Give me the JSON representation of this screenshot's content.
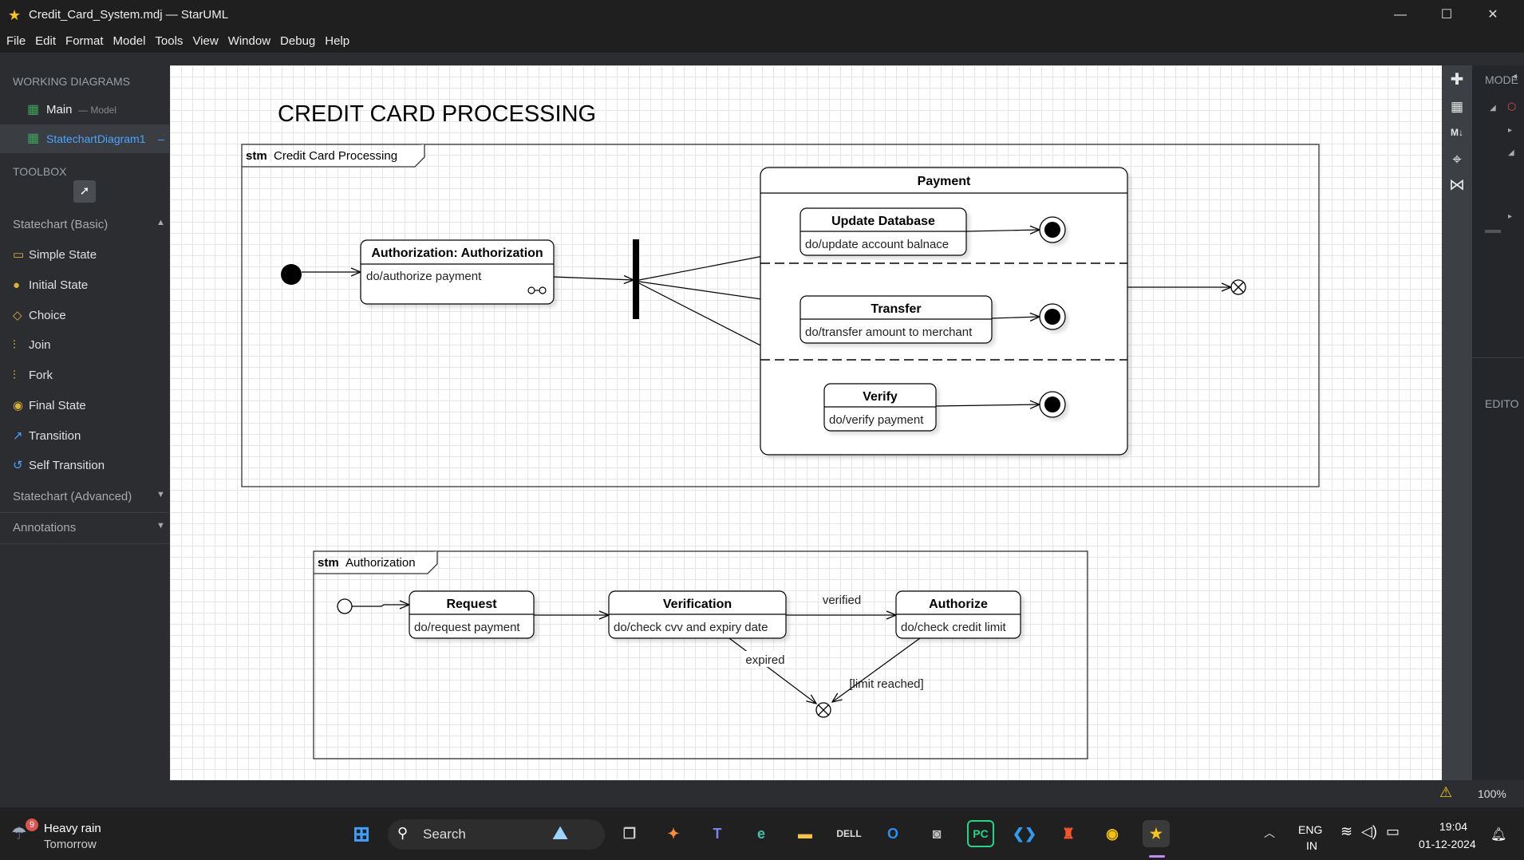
{
  "window": {
    "title": "Credit_Card_System.mdj — StarUML",
    "controls": {
      "minimize": "—",
      "maximize": "☐",
      "close": "✕"
    }
  },
  "menu": [
    "File",
    "Edit",
    "Format",
    "Model",
    "Tools",
    "View",
    "Window",
    "Debug",
    "Help"
  ],
  "sidebar": {
    "working_diagrams_title": "WORKING DIAGRAMS",
    "diagrams": [
      {
        "name": "Main",
        "suffix": "— Model"
      },
      {
        "name": "StatechartDiagram1",
        "suffix": "–"
      }
    ],
    "toolbox_title": "TOOLBOX",
    "category_basic": "Statechart (Basic)",
    "tools": [
      "Simple State",
      "Initial State",
      "Choice",
      "Join",
      "Fork",
      "Final State",
      "Transition",
      "Self Transition"
    ],
    "category_advanced": "Statechart (Advanced)",
    "category_annotations": "Annotations"
  },
  "diagram": {
    "heading": "CREDIT CARD PROCESSING",
    "frame1": {
      "keyword": "stm",
      "name": "Credit Card Processing"
    },
    "auth_state": {
      "title": "Authorization: Authorization",
      "activity": "do/authorize payment"
    },
    "payment": {
      "title": "Payment",
      "states": [
        {
          "title": "Update Database",
          "activity": "do/update account balnace"
        },
        {
          "title": "Transfer",
          "activity": "do/transfer amount to merchant"
        },
        {
          "title": "Verify",
          "activity": "do/verify payment"
        }
      ]
    },
    "frame2": {
      "keyword": "stm",
      "name": "Authorization"
    },
    "sub_states": [
      {
        "title": "Request",
        "activity": "do/request payment"
      },
      {
        "title": "Verification",
        "activity": "do/check cvv and expiry date"
      },
      {
        "title": "Authorize",
        "activity": "do/check credit limit"
      }
    ],
    "labels": {
      "verified": "verified",
      "expired": "expired",
      "limit": "[limit reached]"
    }
  },
  "right_panel": {
    "model_label": "MODE",
    "editor_label": "EDITO"
  },
  "status": {
    "zoom": "100%"
  },
  "taskbar": {
    "weather_badge": "9",
    "weather_title": "Heavy rain",
    "weather_sub": "Tomorrow",
    "search_placeholder": "Search",
    "lang_line1": "ENG",
    "lang_line2": "IN",
    "time": "19:04",
    "date": "01-12-2024"
  }
}
